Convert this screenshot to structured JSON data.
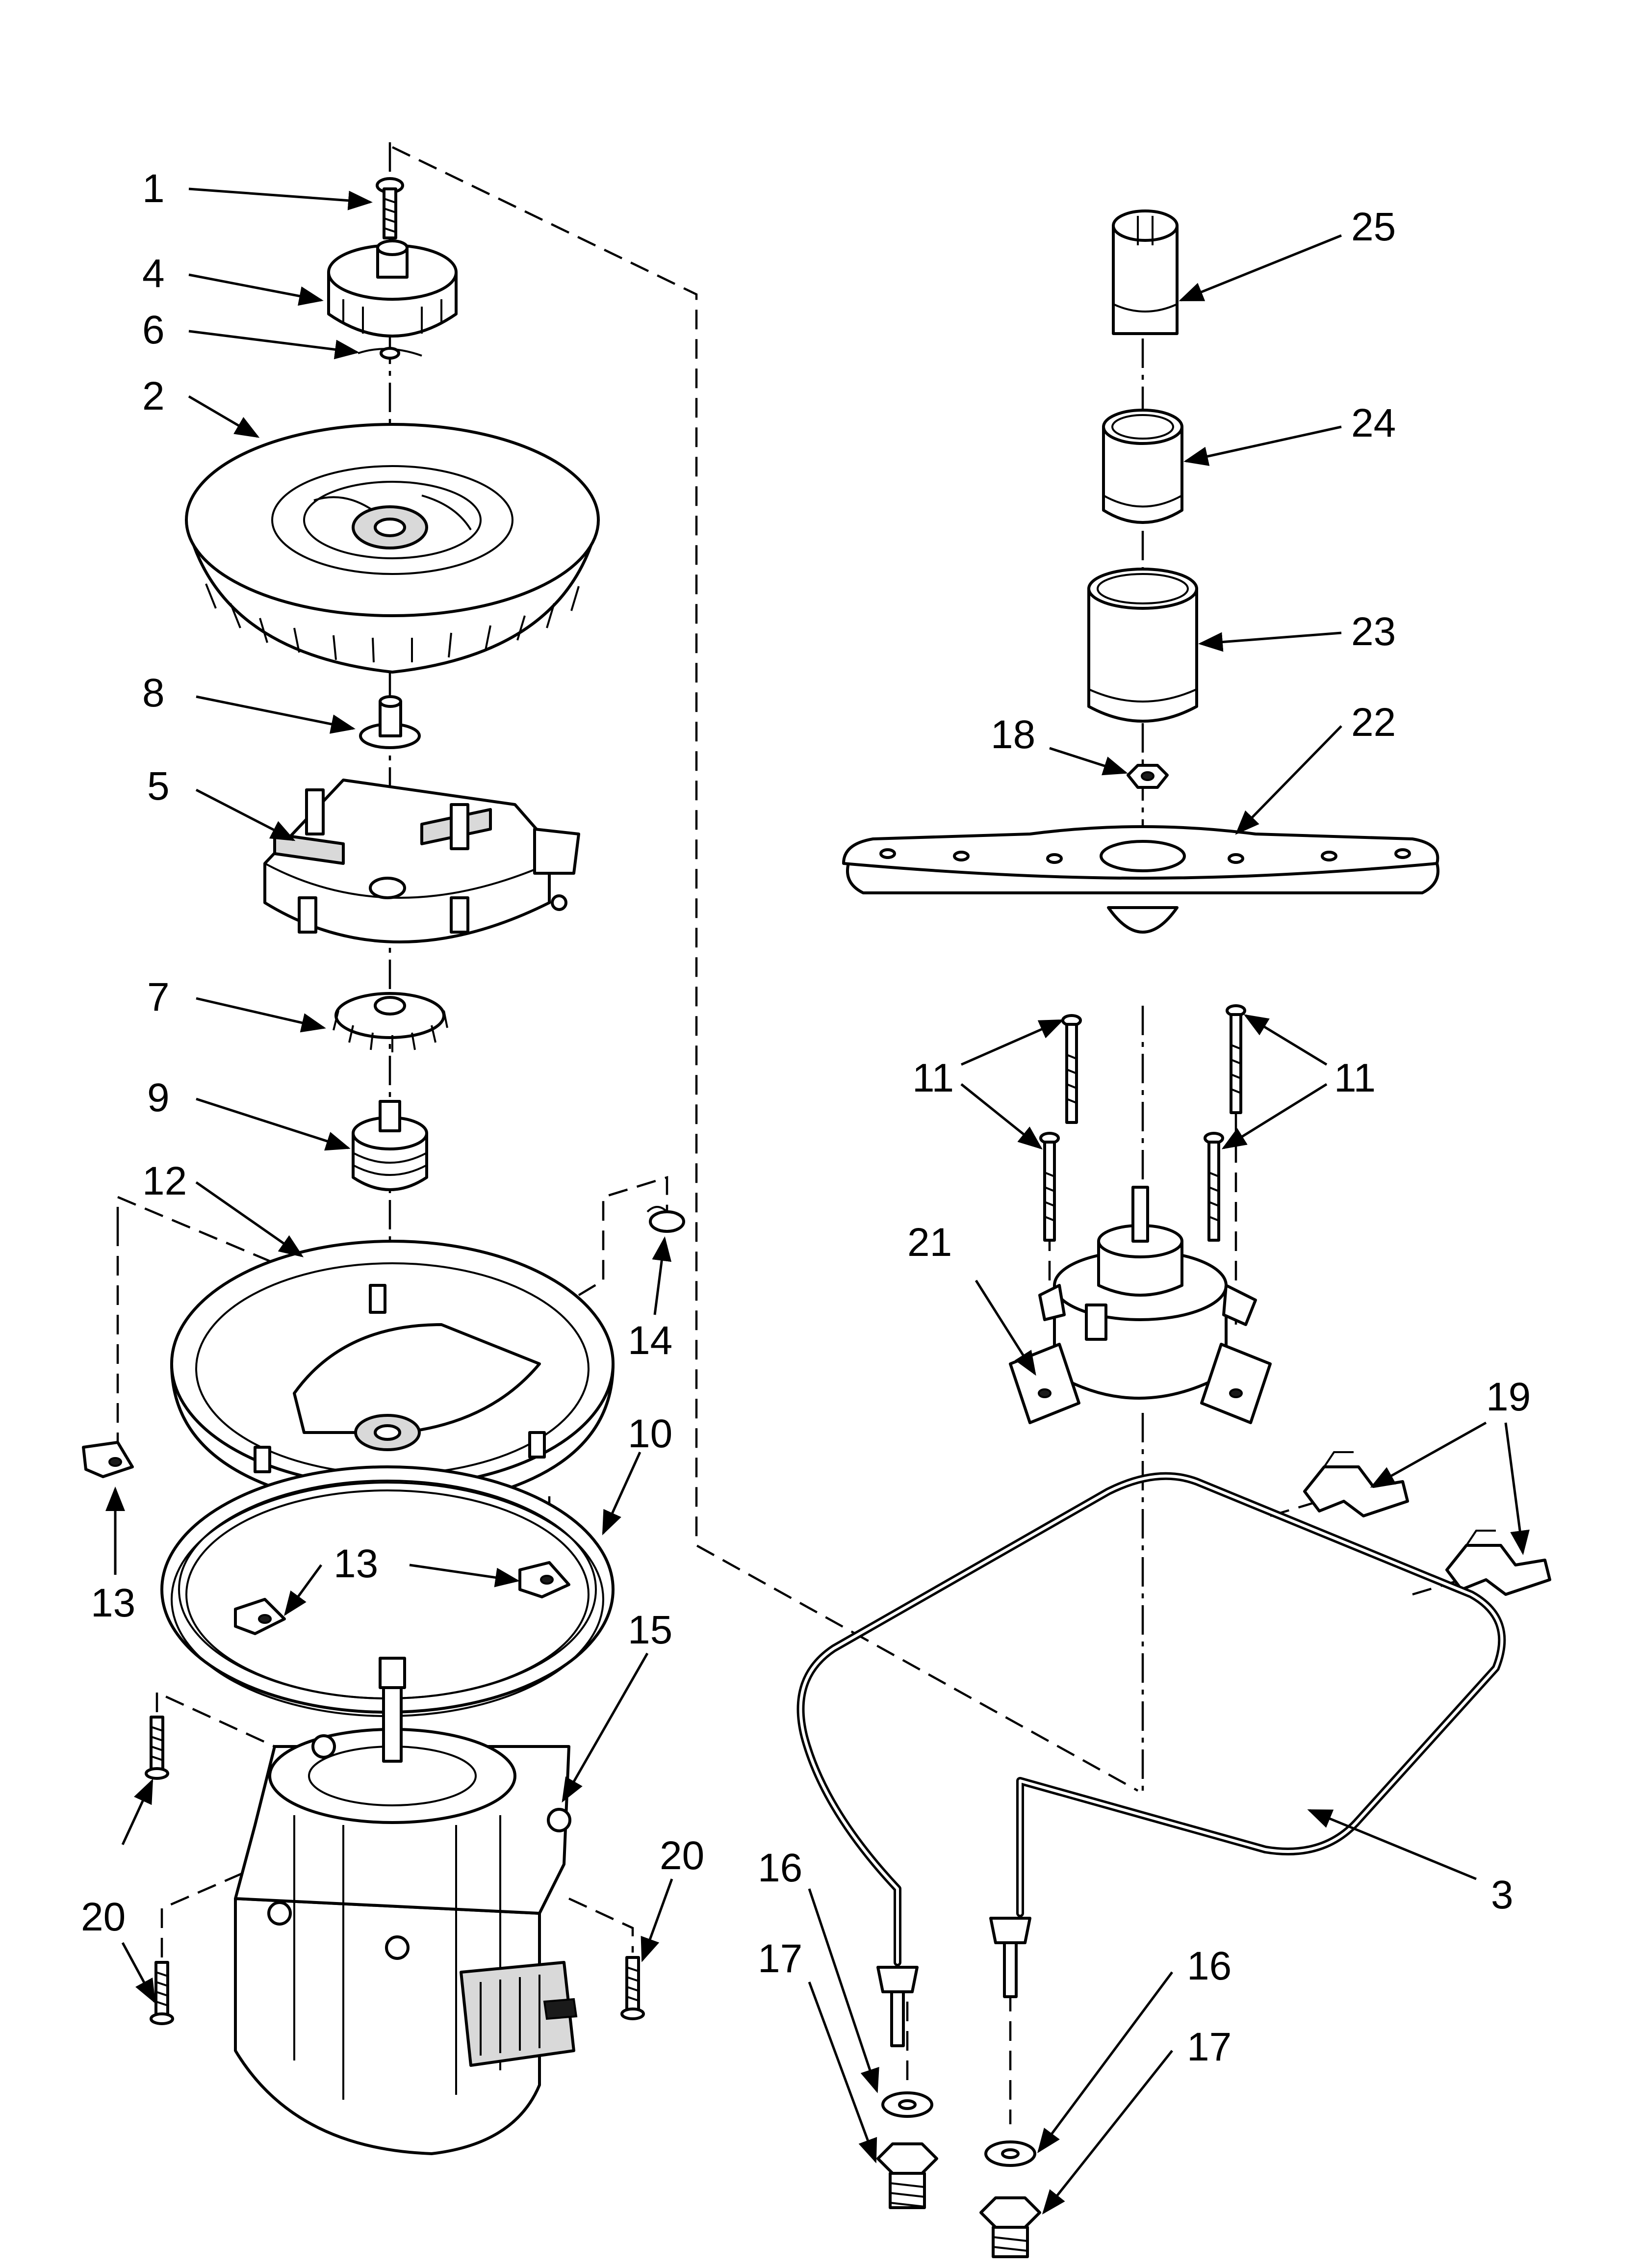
{
  "diagram": {
    "callouts": [
      {
        "id": "c1",
        "text": "1"
      },
      {
        "id": "c4",
        "text": "4"
      },
      {
        "id": "c6",
        "text": "6"
      },
      {
        "id": "c2",
        "text": "2"
      },
      {
        "id": "c8",
        "text": "8"
      },
      {
        "id": "c5",
        "text": "5"
      },
      {
        "id": "c7",
        "text": "7"
      },
      {
        "id": "c9",
        "text": "9"
      },
      {
        "id": "c12",
        "text": "12"
      },
      {
        "id": "c14",
        "text": "14"
      },
      {
        "id": "c10",
        "text": "10"
      },
      {
        "id": "c13a",
        "text": "13"
      },
      {
        "id": "c13b",
        "text": "13"
      },
      {
        "id": "c15",
        "text": "15"
      },
      {
        "id": "c20a",
        "text": "20"
      },
      {
        "id": "c20b",
        "text": "20"
      },
      {
        "id": "c25",
        "text": "25"
      },
      {
        "id": "c24",
        "text": "24"
      },
      {
        "id": "c23",
        "text": "23"
      },
      {
        "id": "c18",
        "text": "18"
      },
      {
        "id": "c22",
        "text": "22"
      },
      {
        "id": "c11a",
        "text": "11"
      },
      {
        "id": "c11b",
        "text": "11"
      },
      {
        "id": "c21",
        "text": "21"
      },
      {
        "id": "c19",
        "text": "19"
      },
      {
        "id": "c3",
        "text": "3"
      },
      {
        "id": "c16a",
        "text": "16"
      },
      {
        "id": "c16b",
        "text": "16"
      },
      {
        "id": "c17a",
        "text": "17"
      },
      {
        "id": "c17b",
        "text": "17"
      }
    ]
  }
}
